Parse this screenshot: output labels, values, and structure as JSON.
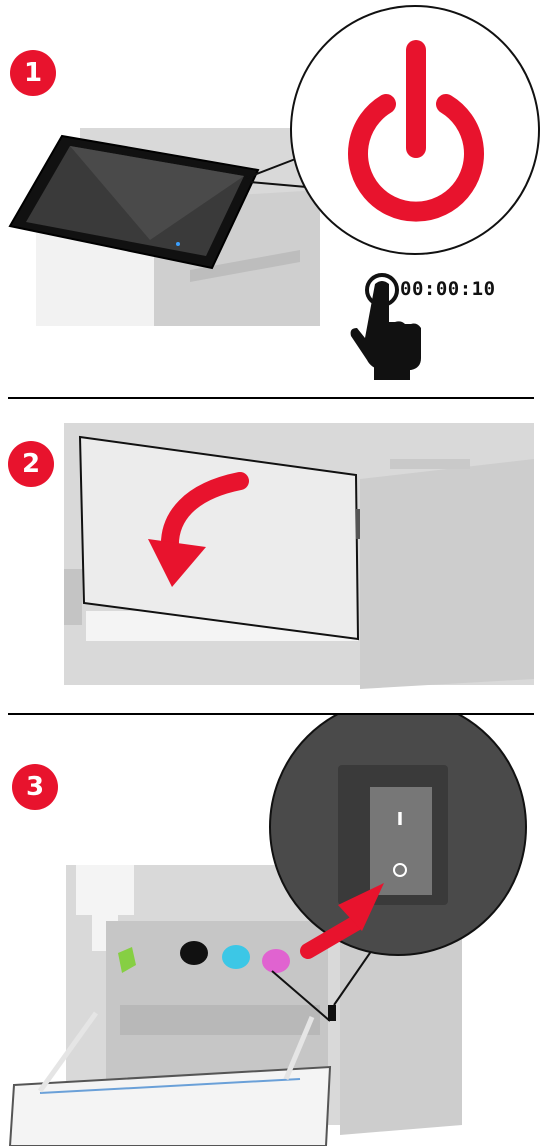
{
  "colors": {
    "accent": "#e8132d",
    "printer_body": "#d4d4d4",
    "printer_dark": "#b9b9b9",
    "ink": "#111111",
    "switch_housing": "#5a5a5a",
    "toner_cyan": "#3cc7e6",
    "toner_magenta": "#e063d0",
    "toner_green": "#86cf43"
  },
  "steps": [
    {
      "number": "1",
      "illustration": "printer-control-panel-power",
      "icons": [
        "power-icon",
        "press-hold-hand-icon"
      ],
      "hold_time": "00:00:10"
    },
    {
      "number": "2",
      "illustration": "open-front-door",
      "icons": [
        "open-door-arrow-icon"
      ]
    },
    {
      "number": "3",
      "illustration": "power-switch-on",
      "icons": [
        "power-switch-icon",
        "push-arrow-icon"
      ]
    }
  ]
}
